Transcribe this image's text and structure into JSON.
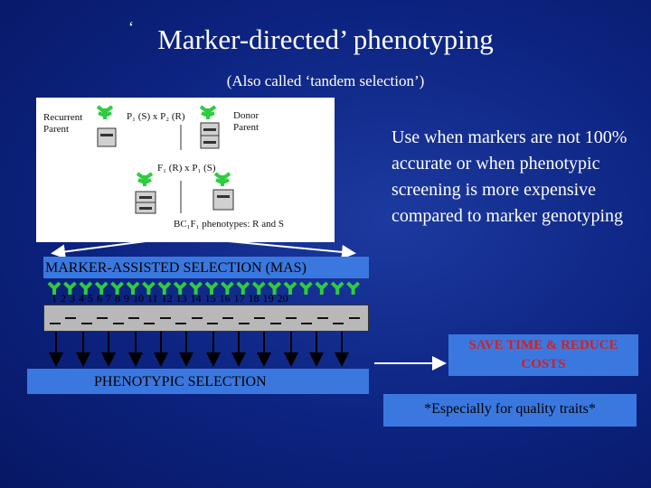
{
  "title": "Marker-directed’ phenotyping",
  "title_tick": "‘",
  "subtitle": "(Also called ‘tandem selection’)",
  "scheme": {
    "recurrent_parent": "Recurrent Parent",
    "donor_parent": "Donor Parent",
    "cross_p": "P₁ (S)  x  P₂ (R)",
    "cross_f": "F₁ (R)  x  P₁ (S)",
    "bc_label": "BC₁F₁ phenotypes: R and S"
  },
  "note": "Use when markers are not 100% accurate or when phenotypic screening is more expensive compared to marker genotyping",
  "mas_label": "MARKER-ASSISTED SELECTION (MAS)",
  "lane_numbers": [
    "1",
    "2",
    "3",
    "4",
    "5",
    "6",
    "7",
    "8",
    "9",
    "10",
    "11",
    "12",
    "13",
    "14",
    "15",
    "16",
    "17",
    "18",
    "19",
    "20"
  ],
  "phenotypic_selection": "PHENOTYPIC SELECTION",
  "save_text": "SAVE TIME & REDUCE COSTS",
  "especially": "*Especially for quality traits*",
  "colors": {
    "background": "#0c2380",
    "box": "#3a78e0",
    "save": "#d42020",
    "plant": "#2ecc40"
  }
}
